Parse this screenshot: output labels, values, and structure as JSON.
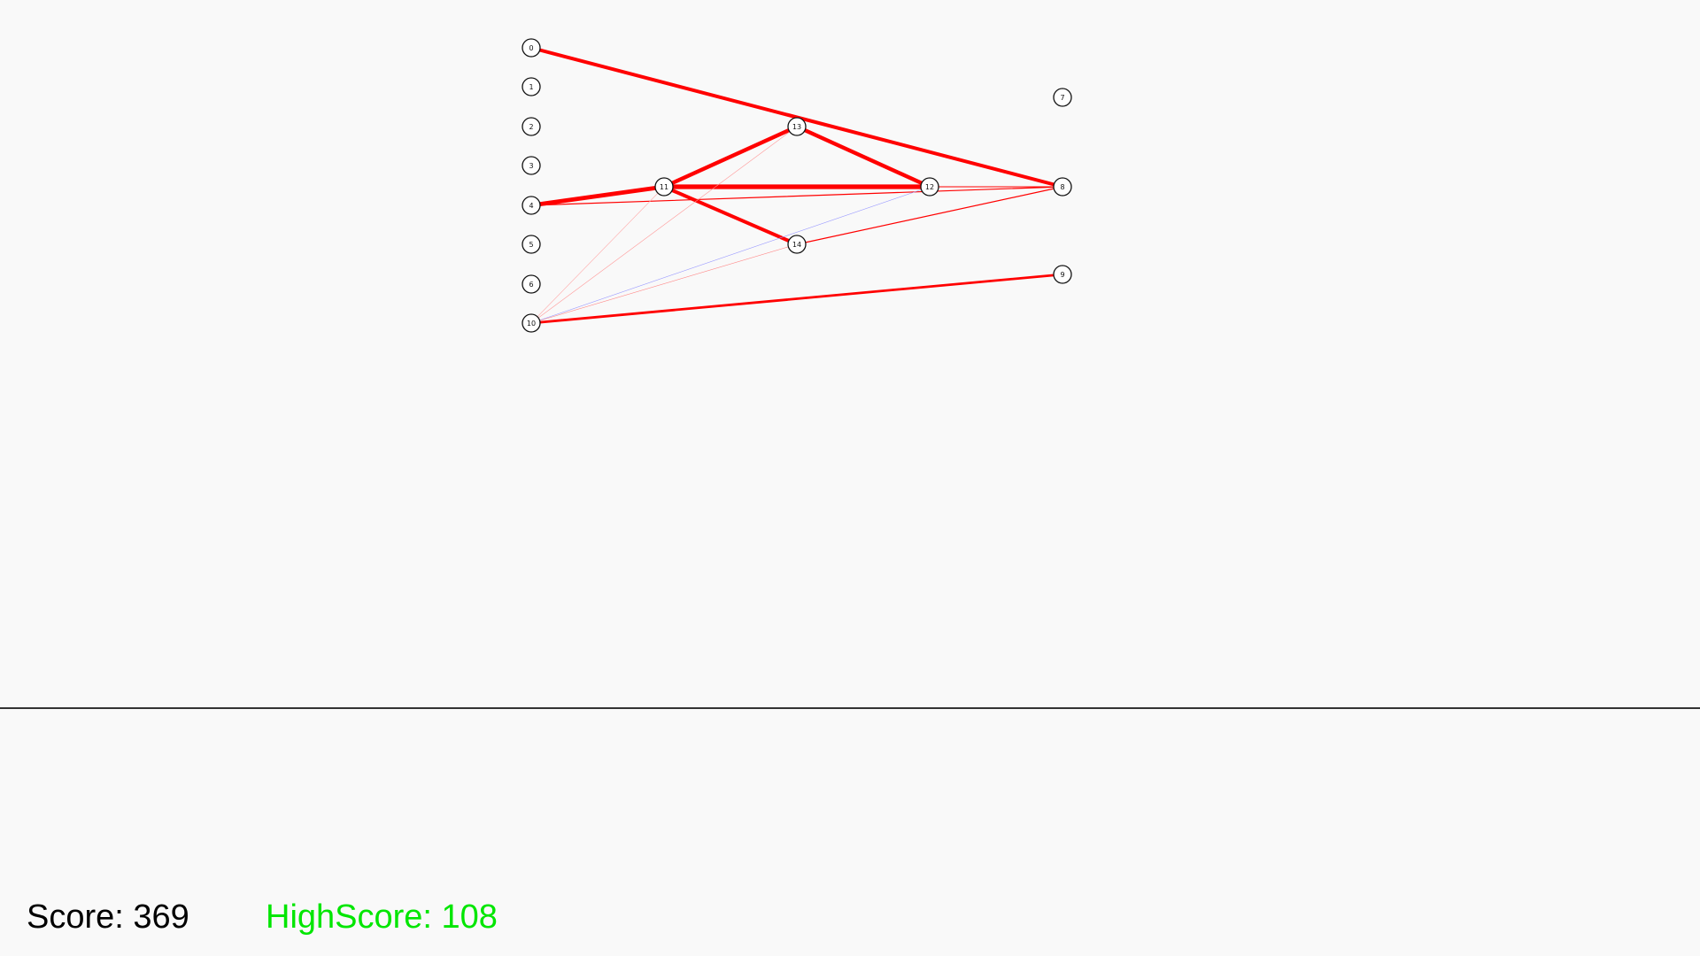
{
  "hud": {
    "score_text": "Score: 369",
    "highscore_text": "HighScore: 108",
    "highscore_color": "#00e600"
  },
  "network": {
    "nodes": [
      {
        "id": 0,
        "label": "0"
      },
      {
        "id": 1,
        "label": "1"
      },
      {
        "id": 2,
        "label": "2"
      },
      {
        "id": 3,
        "label": "3"
      },
      {
        "id": 4,
        "label": "4"
      },
      {
        "id": 5,
        "label": "5"
      },
      {
        "id": 6,
        "label": "6"
      },
      {
        "id": 10,
        "label": "10"
      },
      {
        "id": 11,
        "label": "11"
      },
      {
        "id": 13,
        "label": "13"
      },
      {
        "id": 14,
        "label": "14"
      },
      {
        "id": 12,
        "label": "12"
      },
      {
        "id": 7,
        "label": "7"
      },
      {
        "id": 8,
        "label": "8"
      },
      {
        "id": 9,
        "label": "9"
      }
    ],
    "edges": [
      {
        "from": 0,
        "to": 8,
        "weight": 2.0,
        "color": "#ff0000"
      },
      {
        "from": 4,
        "to": 11,
        "weight": 2.4,
        "color": "#ff0000"
      },
      {
        "from": 11,
        "to": 12,
        "weight": 2.6,
        "color": "#ff0000"
      },
      {
        "from": 11,
        "to": 13,
        "weight": 2.2,
        "color": "#ff0000"
      },
      {
        "from": 13,
        "to": 12,
        "weight": 2.2,
        "color": "#ff0000"
      },
      {
        "from": 11,
        "to": 14,
        "weight": 2.0,
        "color": "#ff0000"
      },
      {
        "from": 10,
        "to": 9,
        "weight": 1.4,
        "color": "#ff0000"
      },
      {
        "from": 4,
        "to": 8,
        "weight": 0.6,
        "color": "#ff0000"
      },
      {
        "from": 12,
        "to": 8,
        "weight": 0.5,
        "color": "#ff0000"
      },
      {
        "from": 14,
        "to": 8,
        "weight": 0.6,
        "color": "#ff0000"
      },
      {
        "from": 10,
        "to": 13,
        "weight": 0.2,
        "color": "#ff9999"
      },
      {
        "from": 10,
        "to": 11,
        "weight": 0.2,
        "color": "#ffaaaa"
      },
      {
        "from": 10,
        "to": 12,
        "weight": 0.2,
        "color": "#9999ff"
      },
      {
        "from": 10,
        "to": 14,
        "weight": 0.2,
        "color": "#ff8888"
      }
    ]
  }
}
